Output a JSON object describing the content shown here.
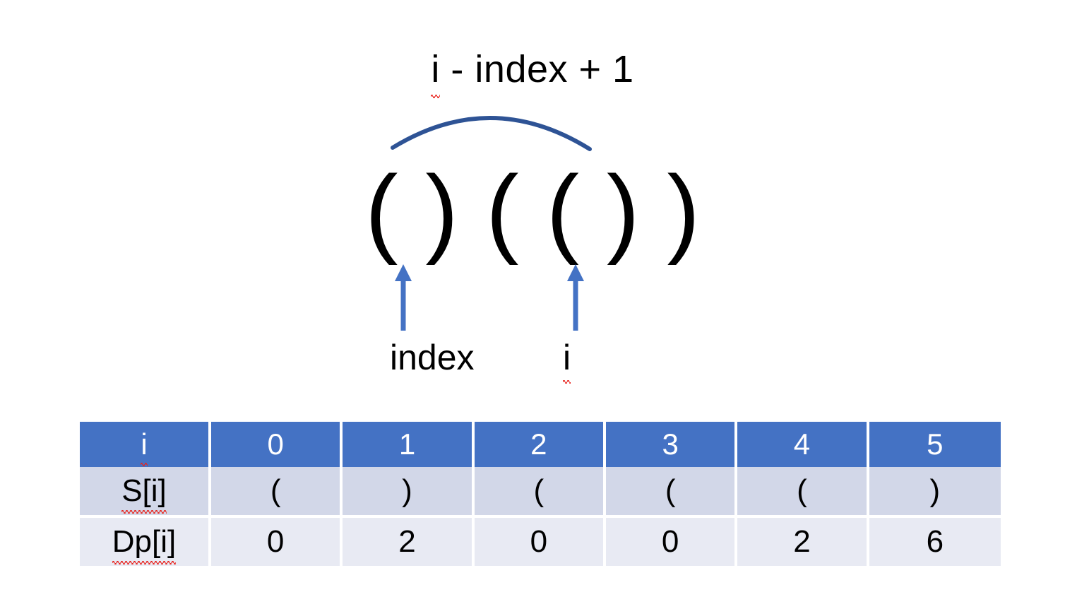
{
  "slide": {
    "background_color": "#FFFFFF",
    "accent_blue": "#4472C4",
    "arc_blue": "#2E5395",
    "header_row_bg": "#4472C4",
    "row_s_bg": "#D2D7E8",
    "row_dp_bg": "#E8EAF3",
    "spellcheck_color": "#E8251F"
  },
  "formula": {
    "text": "i - index + 1",
    "misspelled_token": "i"
  },
  "sequence": {
    "text": "( ) ( ( ) )",
    "characters": [
      "(",
      ")",
      "(",
      "(",
      ")",
      ")"
    ]
  },
  "pointers": [
    {
      "name": "index",
      "label": "index",
      "target_char_index": 2,
      "misspelled": false
    },
    {
      "name": "i",
      "label": "i",
      "target_char_index": 5,
      "misspelled": true
    }
  ],
  "arc": {
    "label": "i - index + 1",
    "from_char_index": 2,
    "to_char_index": 5
  },
  "table": {
    "header": [
      "i",
      "0",
      "1",
      "2",
      "3",
      "4",
      "5"
    ],
    "rows": [
      {
        "label": "S[i]",
        "values": [
          "(",
          ")",
          "(",
          "(",
          "(",
          ")"
        ]
      },
      {
        "label": "Dp[i]",
        "values": [
          "0",
          "2",
          "0",
          "0",
          "2",
          "6"
        ]
      }
    ]
  }
}
